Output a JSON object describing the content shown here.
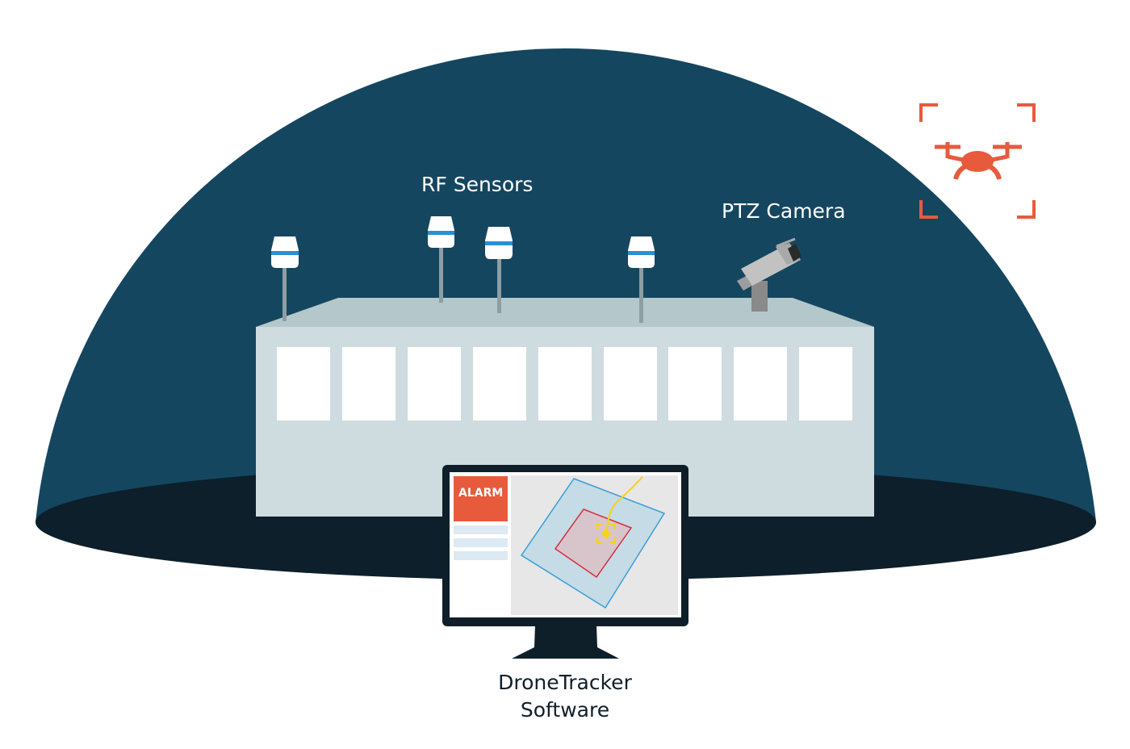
{
  "labels": {
    "rf_sensors": "RF Sensors",
    "ptz_camera": "PTZ Camera",
    "software_line1": "DroneTracker",
    "software_line2": "Software"
  },
  "monitor": {
    "alarm": "ALARM"
  },
  "colors": {
    "dome": "#154660",
    "ground": "#0c1f2a",
    "building": "#cedcdf",
    "roof": "#b4c8cc",
    "window": "#ffffff",
    "alarm": "#e85a3c",
    "drone": "#e85a3c",
    "sensor_band": "#2b8fd3",
    "monitor_frame": "#0e1f2a"
  },
  "icons": {
    "drone": "drone-icon",
    "camera": "ptz-camera-icon",
    "sensor": "rf-sensor-icon",
    "target": "target-bracket-icon"
  }
}
